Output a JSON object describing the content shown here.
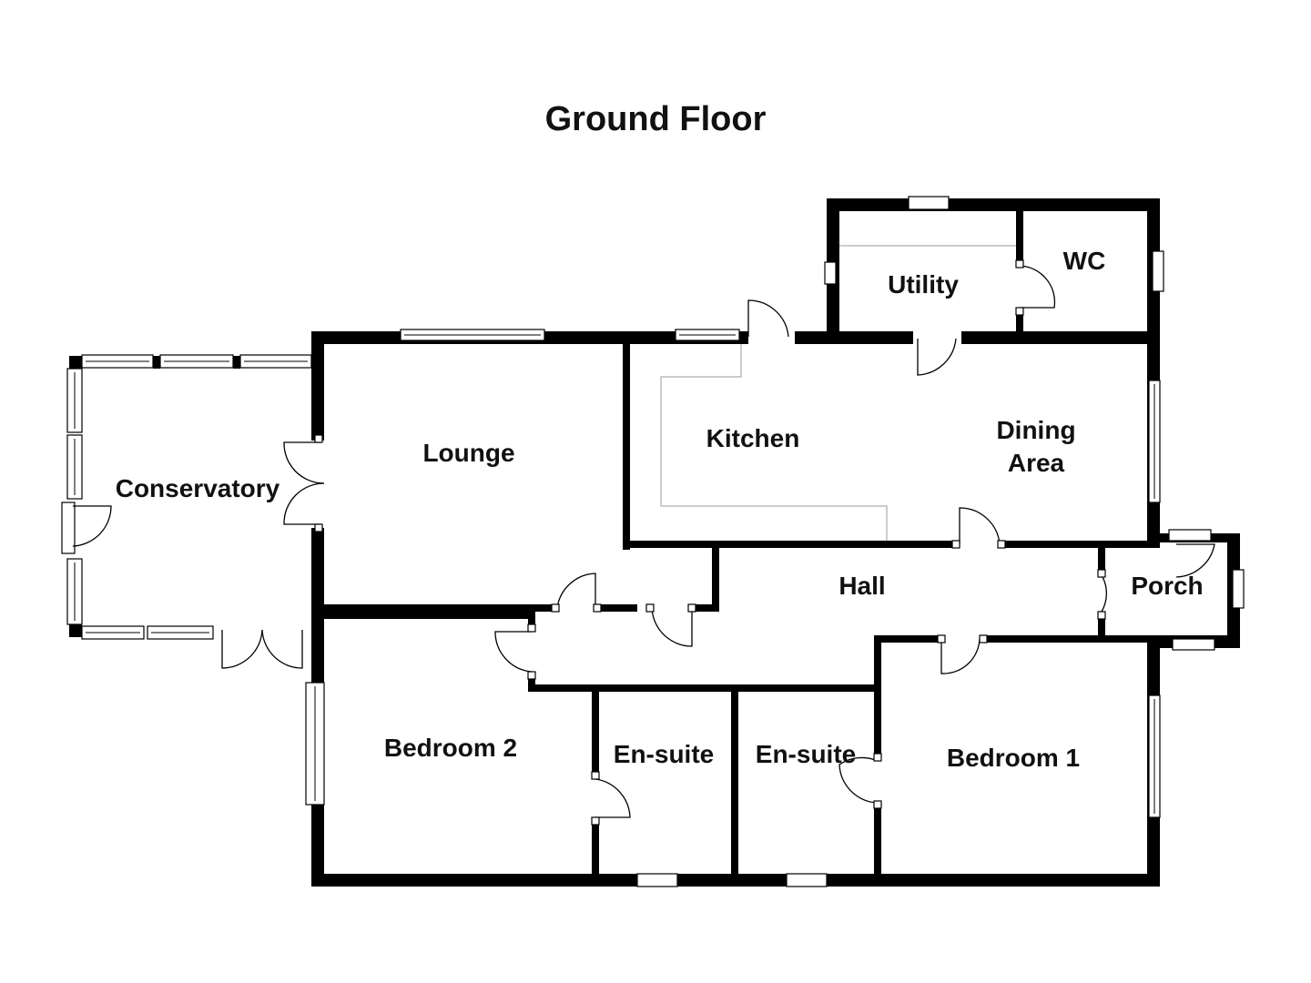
{
  "title": "Ground Floor",
  "rooms": {
    "conservatory": "Conservatory",
    "lounge": "Lounge",
    "kitchen": "Kitchen",
    "dining": "Dining",
    "dining_area": "Area",
    "utility": "Utility",
    "wc": "WC",
    "hall": "Hall",
    "porch": "Porch",
    "bedroom2": "Bedroom 2",
    "ensuite_left": "En-suite",
    "ensuite_right": "En-suite",
    "bedroom1": "Bedroom 1"
  }
}
